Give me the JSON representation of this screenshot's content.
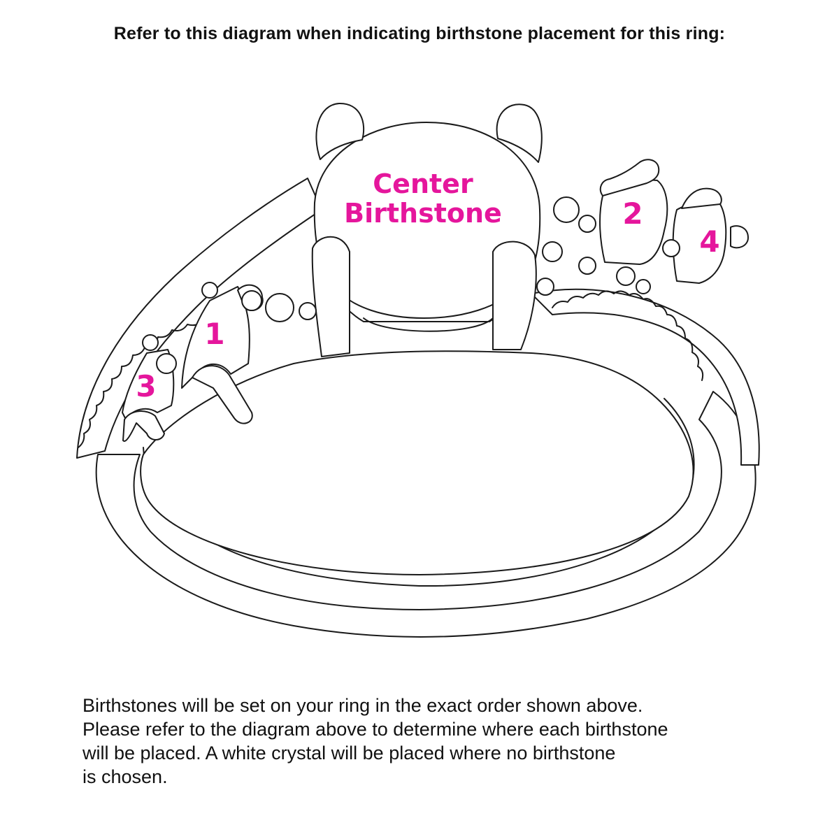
{
  "header": {
    "title": "Refer to this diagram when indicating birthstone placement for this ring:"
  },
  "diagram": {
    "labels": {
      "center": "Center\nBirthstone",
      "stone_1": "1",
      "stone_2": "2",
      "stone_3": "3",
      "stone_4": "4"
    },
    "label_color": "#e5169c",
    "line_color": "#1a1a1a"
  },
  "footer": {
    "note": "Birthstones will be set on your ring in the exact order shown above.\nPlease refer to the diagram above to determine where each birthstone\nwill be placed. A white crystal will be placed where no birthstone\nis chosen."
  }
}
